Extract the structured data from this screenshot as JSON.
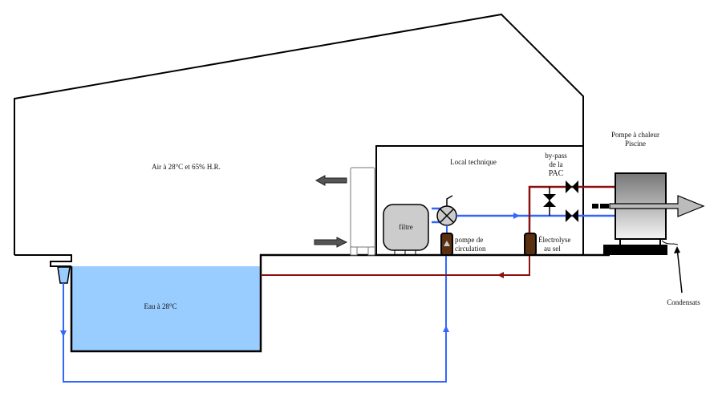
{
  "labels": {
    "air": "Air à 28°C et 65% H.R.",
    "local": "Local technique",
    "bypass": [
      "by-pass",
      "de la",
      "PAC"
    ],
    "pac": [
      "Pompe à chaleur",
      "Piscine"
    ],
    "filtre": "filtre",
    "pompe": [
      "pompe de",
      "circulation"
    ],
    "electrolyse": [
      "Électrolyse",
      "au sel"
    ],
    "eau": "Eau à 28°C",
    "condensats": "Condensats"
  },
  "colors": {
    "water": "#99ccff",
    "cold_pipe": "#3366ff",
    "hot_pipe": "#8b1010",
    "outline": "#000000"
  }
}
